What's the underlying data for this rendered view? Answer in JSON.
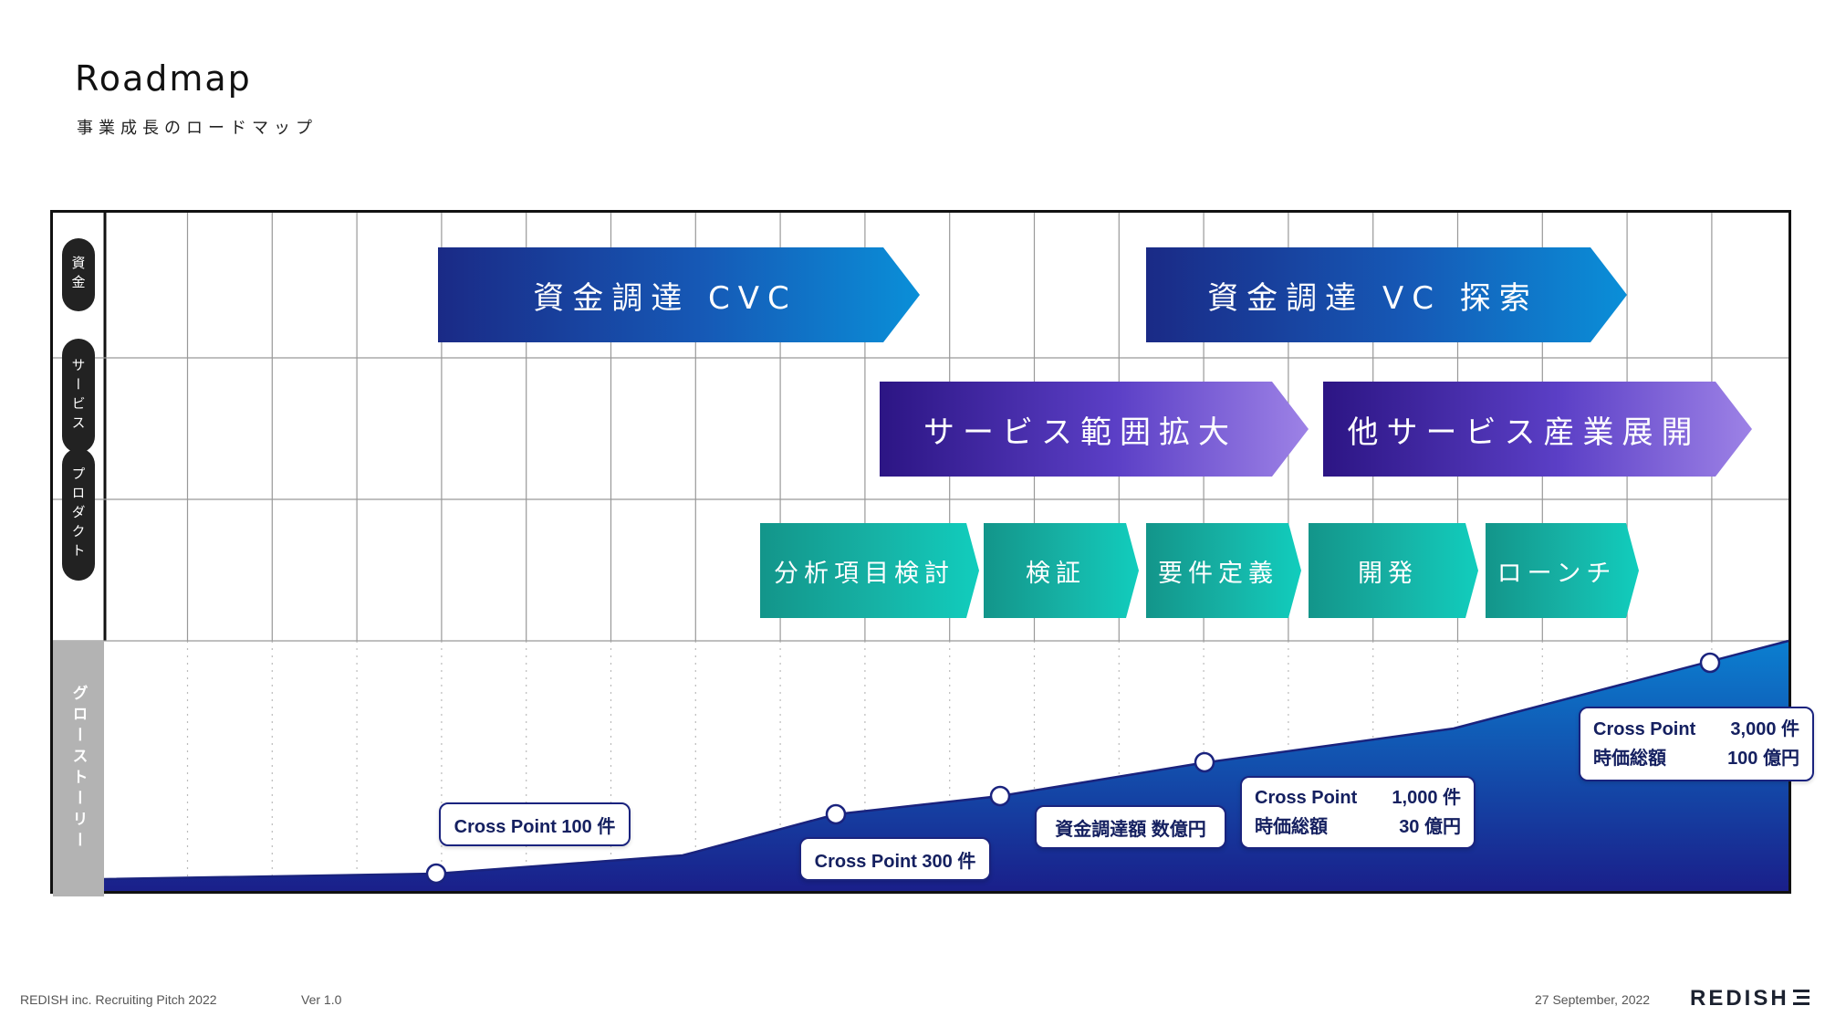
{
  "header": {
    "title": "Roadmap",
    "subtitle": "事業成長のロードマップ"
  },
  "rows": {
    "funding": "資金",
    "service": "サービス",
    "product": "プロダクト",
    "growth": "グローストーリー"
  },
  "funding_arrows": [
    "資金調達 CVC",
    "資金調達 VC 探索"
  ],
  "service_arrows": [
    "サービス範囲拡大",
    "他サービス産業展開"
  ],
  "product_arrows": [
    "分析項目検討",
    "検証",
    "要件定義",
    "開発",
    "ローンチ"
  ],
  "callouts": {
    "cp100": "Cross Point 100 件",
    "cp300": "Cross Point 300 件",
    "funding_amount": "資金調達額 数億円",
    "cp1000": {
      "l1_left": "Cross Point",
      "l1_right": "1,000 件",
      "l2_left": "時価総額",
      "l2_right": "30 億円"
    },
    "cp3000": {
      "l1_left": "Cross Point",
      "l1_right": "3,000 件",
      "l2_left": "時価総額",
      "l2_right": "100 億円"
    }
  },
  "footer": {
    "company": "REDISH inc. Recruiting Pitch 2022",
    "version": "Ver 1.0",
    "date": "27 September, 2022",
    "logo": "REDISH"
  },
  "colors": {
    "funding_start": "#1a2a86",
    "funding_end": "#0a8fd8",
    "service_start": "#2c1584",
    "service_end": "#9d82e6",
    "product_start": "#13958a",
    "product_end": "#11cdbd",
    "growth_top": "#0b7fd0",
    "growth_bottom": "#1a1f8a"
  },
  "growth_points": [
    {
      "label": "Cross Point 100 件"
    },
    {
      "label": "Cross Point 300 件"
    },
    {
      "label": "資金調達額 数億円"
    },
    {
      "label": "Cross Point 1,000 件"
    },
    {
      "label": "Cross Point 3,000 件"
    }
  ]
}
